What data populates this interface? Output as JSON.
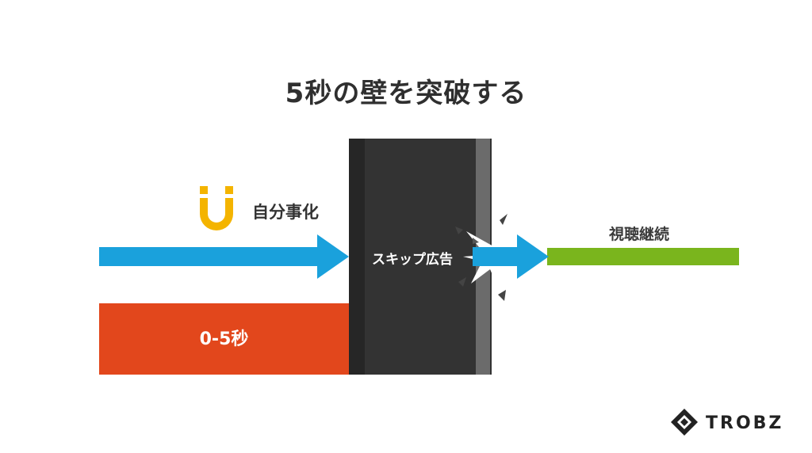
{
  "title": "5秒の壁を突破する",
  "labels": {
    "magnet": "自分事化",
    "wall": "スキップ広告",
    "duration": "0-5秒",
    "result": "視聴継続"
  },
  "icons": {
    "magnet": "magnet-icon",
    "burst": "break-burst-icon",
    "logo": "trobz-logo-icon"
  },
  "brand": {
    "name": "TROBZ"
  },
  "colors": {
    "arrow": "#1aa1dc",
    "bar": "#e2471c",
    "wall": "#333333",
    "result_line": "#7ab51d",
    "magnet": "#f4b400"
  }
}
